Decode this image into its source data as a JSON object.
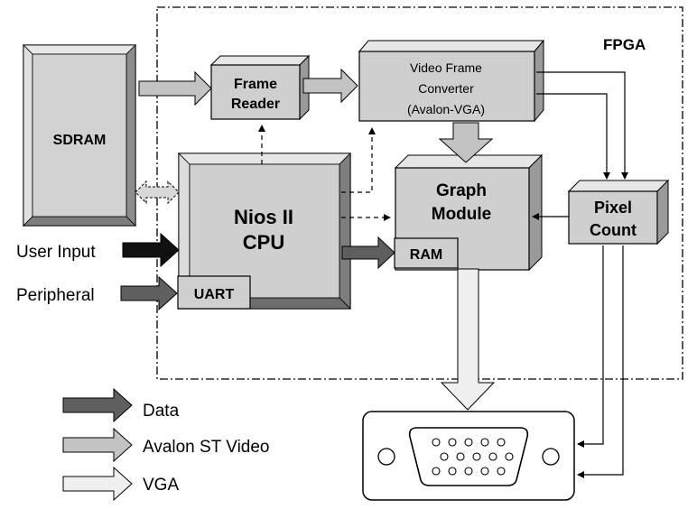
{
  "region": {
    "label": "FPGA"
  },
  "blocks": {
    "sdram": "SDRAM",
    "frame_reader": [
      "Frame",
      "Reader"
    ],
    "video_converter": [
      "Video Frame",
      "Converter",
      "(Avalon-VGA)"
    ],
    "cpu": [
      "Nios II",
      "CPU"
    ],
    "uart": "UART",
    "graph_module": [
      "Graph",
      "Module"
    ],
    "ram": "RAM",
    "pixel_count": [
      "Pixel",
      "Count"
    ]
  },
  "inputs": {
    "user_input": "User Input",
    "peripheral": "Peripheral"
  },
  "legend": [
    {
      "label": "Data",
      "color": "#5f5f5f"
    },
    {
      "label": "Avalon ST Video",
      "color": "#c3c3c3"
    },
    {
      "label": "VGA",
      "color": "#efefef"
    }
  ],
  "colors": {
    "box_face": "#cfcfcf",
    "box_top": "#e6e6e6",
    "box_side": "#9a9a9a",
    "data_arrow": "#5f5f5f",
    "video_arrow": "#c3c3c3",
    "vga_arrow": "#efefef",
    "input_arrow": "#111111"
  },
  "connector": {
    "label": "VGA connector"
  }
}
